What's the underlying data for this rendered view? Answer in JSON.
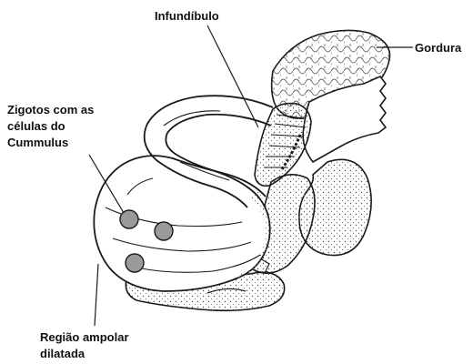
{
  "labels": {
    "infundibulo": "Infundíbulo",
    "gordura": "Gordura",
    "zigotos": [
      "Zigotos com as",
      "células do",
      "Cummulus"
    ],
    "regiao": [
      "Região ampolar",
      "dilatada"
    ]
  },
  "colors": {
    "ink": "#1a1a1a",
    "paper": "#ffffff",
    "stipple": "#555555",
    "zygote": "#9a9a9a"
  }
}
